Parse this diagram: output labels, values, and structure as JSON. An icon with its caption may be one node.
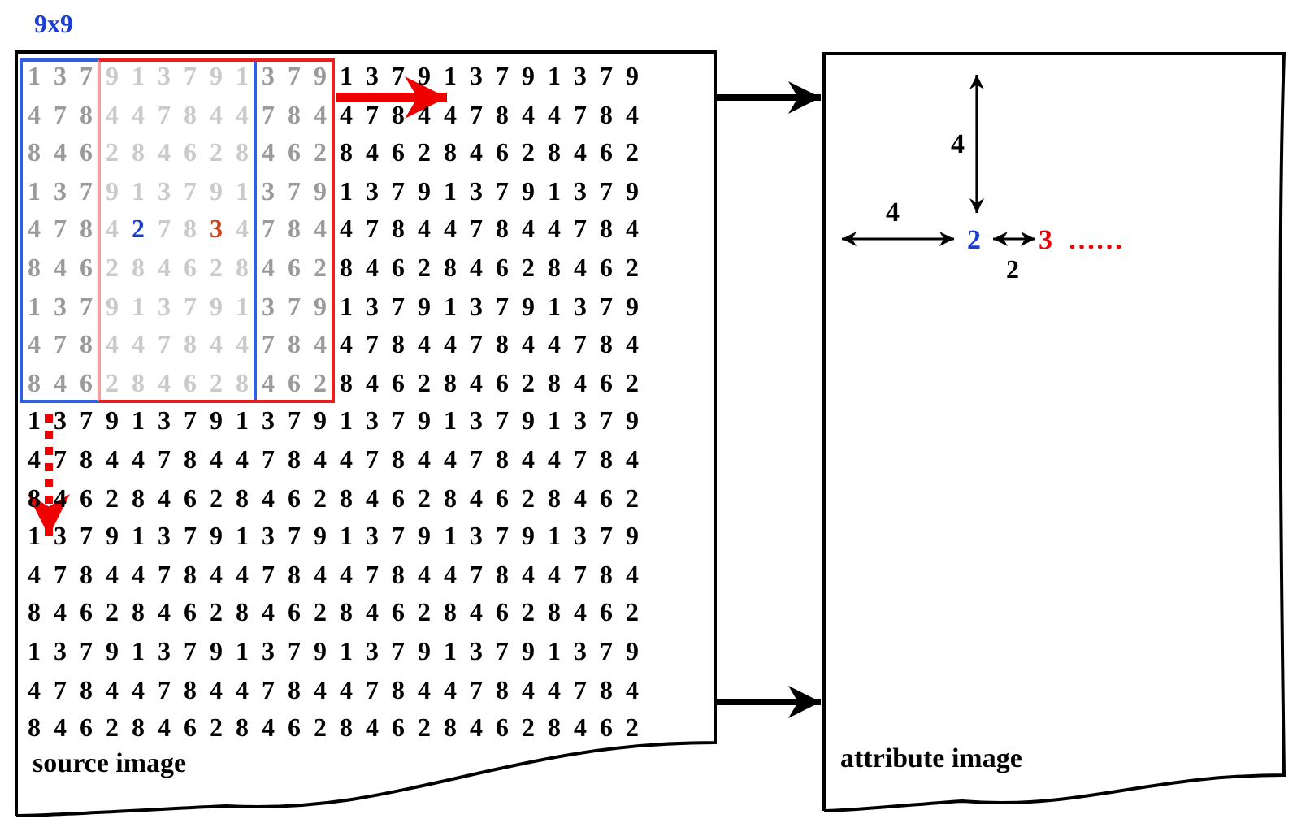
{
  "diagram": {
    "nodes": [
      {
        "text": [
          "source image"
        ]
      },
      {
        "text": [
          "attribute image"
        ]
      }
    ],
    "edges": [
      {
        "from": 0,
        "to": 1,
        "arrow": "to"
      },
      {
        "from": 0,
        "to": 1,
        "arrow": "to"
      }
    ],
    "labels": [
      "9x9",
      "1 3 7 9 1 3 7 9 1 3 7 9 1 3 7 9 1 3 7 9 1 3 7 9",
      "4 7 8 4 4 7 8 4 4 7 8 4 4 7 8 4 4 7 8 4 4 7 8 4",
      "8 4 6 2 8 4 6 2 8 4 6 2 8 4 6 2 8 4 6 2 8 4 6 2",
      "1 3 7 9 1 3 7 9 1 3 7 9 1 3 7 9 1 3 7 9 1 3 7 9",
      "4 7 8 4 2 7 8 3 4 7 8 4 4 7 8 4 4 7 8 4 4 7 8 4",
      "8 4 6 2 8 4 6 2 8 4 6 2 8 4 6 2 8 4 6 2 8 4 6 2",
      "1 3 7 9 1 3 7 9 1 3 7 9 1 3 7 9 1 3 7 9 1 3 7 9",
      "4 7 8 4 4 7 8 4 4 7 8 4 4 7 8 4 4 7 8 4 4 7 8 4",
      "8 4 6 2 8 4 6 2 8 4 6 2 8 4 6 2 8 4 6 2 8 4 6 2",
      "1 3 7 9 1 3 7 9 1 3 7 9 1 3 7 9 1 3 7 9 1 3 7 9",
      "4 7 8 4 4 7 8 4 4 7 8 4 4 7 8 4 4 7 8 4 4 7 8 4",
      "8 4 6 2 8 4 6 2 8 4 6 2 8 4 6 2 8 4 6 2 8 4 6 2",
      "1 3 7 9 1 3 7 9 1 3 7 9 1 3 7 9 1 3 7 9 1 3 7 9",
      "4 7 8 4 4 7 8 4 4 7 8 4 4 7 8 4 4 7 8 4 4 7 8 4",
      "8 4 6 2 8 4 6 2 8 4 6 2 8 4 6 2 8 4 6 2 8 4 6 2",
      "1 3 7 9 1 3 7 9 1 3 7 9 1 3 7 9 1 3 7 9 1 3 7 9",
      "4 7 8 4 4 7 8 4 4 7 8 4 4 7 8 4 4 7 8 4 4 7 8 4",
      "8 4 6 2 8 4 6 2 8 4 6 2 8 4 6 2 8 4 6 2 8 4 6 2",
      "4",
      "4",
      "2",
      "3",
      "……",
      "2"
    ]
  }
}
